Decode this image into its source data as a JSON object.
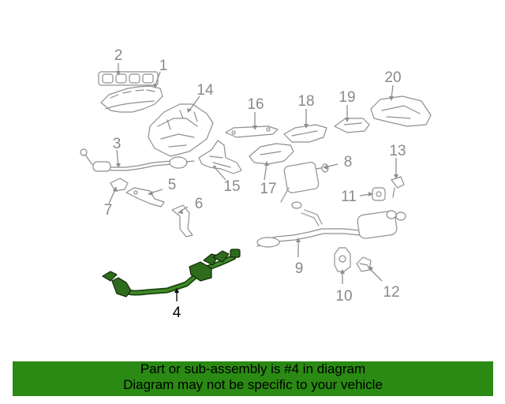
{
  "diagram": {
    "callouts": [
      {
        "id": "1",
        "label": "1"
      },
      {
        "id": "2",
        "label": "2"
      },
      {
        "id": "3",
        "label": "3"
      },
      {
        "id": "4",
        "label": "4",
        "highlighted": true
      },
      {
        "id": "5",
        "label": "5"
      },
      {
        "id": "6",
        "label": "6"
      },
      {
        "id": "7",
        "label": "7"
      },
      {
        "id": "8",
        "label": "8"
      },
      {
        "id": "9",
        "label": "9"
      },
      {
        "id": "10",
        "label": "10"
      },
      {
        "id": "11",
        "label": "11"
      },
      {
        "id": "12",
        "label": "12"
      },
      {
        "id": "13",
        "label": "13"
      },
      {
        "id": "14",
        "label": "14"
      },
      {
        "id": "15",
        "label": "15"
      },
      {
        "id": "16",
        "label": "16"
      },
      {
        "id": "17",
        "label": "17"
      },
      {
        "id": "18",
        "label": "18"
      },
      {
        "id": "19",
        "label": "19"
      },
      {
        "id": "20",
        "label": "20"
      }
    ],
    "colors": {
      "highlight_part": "#2f6b1c",
      "banner_bg": "#2a8a13",
      "callout": "#8a8a8a",
      "callout_highlight": "#000000"
    }
  },
  "banner": {
    "line1": "Part or sub-assembly is #4 in diagram",
    "line2": "Diagram may not be specific to your vehicle"
  }
}
